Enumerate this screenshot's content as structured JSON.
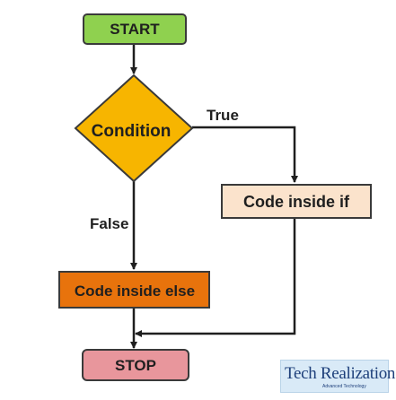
{
  "nodes": {
    "start": {
      "label": "START",
      "fill": "#8fd14f",
      "stroke": "#3a3a3a"
    },
    "condition": {
      "label": "Condition",
      "fill": "#f7b500",
      "stroke": "#3a3a3a"
    },
    "if_block": {
      "label": "Code inside if",
      "fill": "#fbe3cc",
      "stroke": "#3a3a3a"
    },
    "else_block": {
      "label": "Code inside else",
      "fill": "#e8730c",
      "stroke": "#3a3a3a"
    },
    "stop": {
      "label": "STOP",
      "fill": "#e8969c",
      "stroke": "#3a3a3a"
    }
  },
  "edges": {
    "true_label": "True",
    "false_label": "False"
  },
  "logo": {
    "text": "Tech Realization",
    "tagline": "Advanced Technology"
  }
}
